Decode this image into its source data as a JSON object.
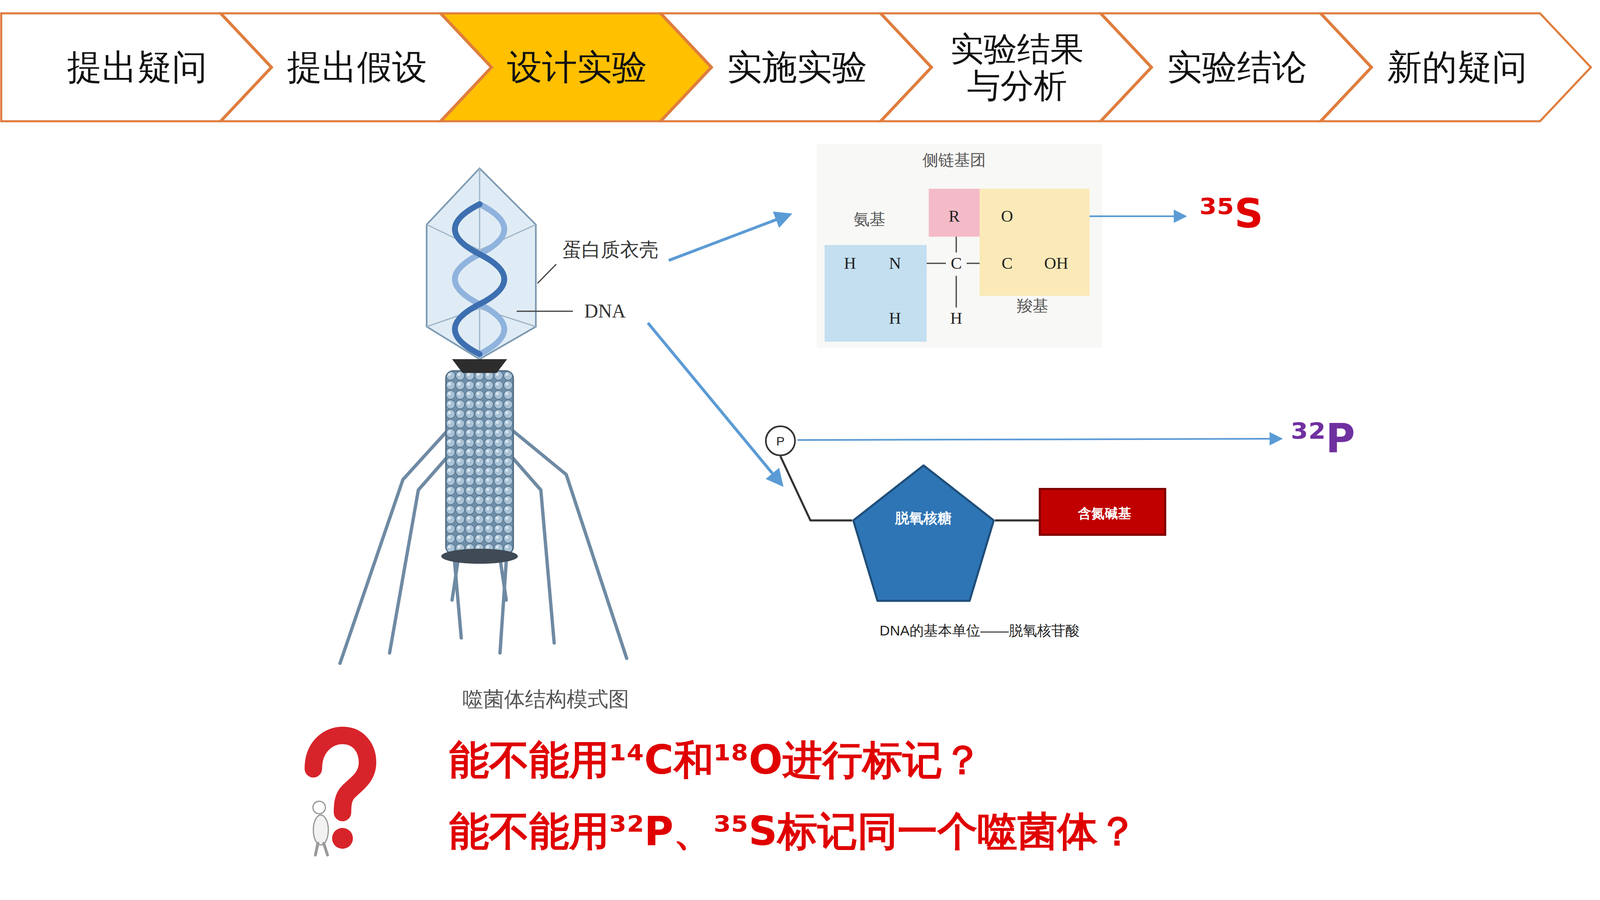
{
  "diagram": {
    "nodes": [
      {
        "text": [
          "提出疑问"
        ]
      },
      {
        "text": [
          "提出假设"
        ]
      },
      {
        "text": [
          "设计实验"
        ]
      },
      {
        "text": [
          "实施实验"
        ]
      },
      {
        "text": [
          "实验结果 与分析"
        ]
      },
      {
        "text": [
          "实验结论"
        ]
      },
      {
        "text": [
          "新的疑问"
        ]
      },
      {
        "text": [
          "侧链基团",
          "R"
        ]
      },
      {
        "text": [
          "氨基",
          "H",
          "N",
          "H"
        ]
      },
      {
        "text": [
          "O",
          "C",
          "OH",
          "羧基"
        ]
      },
      {
        "text": [
          "P"
        ]
      },
      {
        "text": [
          "脱氧核糖"
        ]
      },
      {
        "text": [
          "含氮碱基"
        ]
      }
    ],
    "edges": [
      {
        "from": 10,
        "to": 11,
        "arrow": "none"
      },
      {
        "from": 11,
        "to": 12,
        "arrow": "none"
      }
    ],
    "labels": [
      "蛋白质衣壳",
      "DNA",
      "C",
      "H",
      "³⁵S",
      "³²P",
      "DNA的基本单位——脱氧核苷酸",
      "噬菌体结构模式图",
      "能不能用¹⁴C和¹⁸O进行标记？",
      "能不能用³²P、³⁵S标记同一个噬菌体？"
    ]
  }
}
